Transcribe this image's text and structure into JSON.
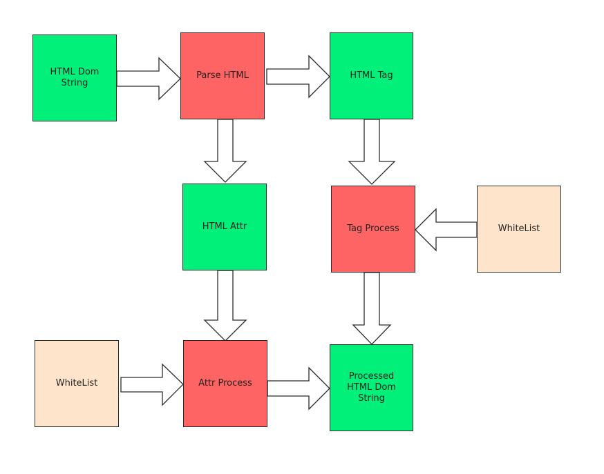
{
  "diagram": {
    "nodes": [
      {
        "id": "html-dom-string",
        "label": "HTML Dom\nString",
        "kind": "data"
      },
      {
        "id": "parse-html",
        "label": "Parse HTML",
        "kind": "process"
      },
      {
        "id": "html-tag",
        "label": "HTML Tag",
        "kind": "data"
      },
      {
        "id": "html-attr",
        "label": "HTML Attr",
        "kind": "data"
      },
      {
        "id": "tag-process",
        "label": "Tag Process",
        "kind": "process"
      },
      {
        "id": "whitelist-right",
        "label": "WhiteList",
        "kind": "config"
      },
      {
        "id": "whitelist-left",
        "label": "WhiteList",
        "kind": "config"
      },
      {
        "id": "attr-process",
        "label": "Attr Process",
        "kind": "process"
      },
      {
        "id": "processed-html-dom-string",
        "label": "Processed\nHTML Dom\nString",
        "kind": "data"
      }
    ],
    "edges": [
      {
        "from": "html-dom-string",
        "to": "parse-html"
      },
      {
        "from": "parse-html",
        "to": "html-tag"
      },
      {
        "from": "parse-html",
        "to": "html-attr"
      },
      {
        "from": "html-tag",
        "to": "tag-process"
      },
      {
        "from": "whitelist-right",
        "to": "tag-process"
      },
      {
        "from": "html-attr",
        "to": "attr-process"
      },
      {
        "from": "tag-process",
        "to": "processed-html-dom-string"
      },
      {
        "from": "whitelist-left",
        "to": "attr-process"
      },
      {
        "from": "attr-process",
        "to": "processed-html-dom-string"
      }
    ],
    "colors": {
      "data": "#00f07a",
      "process": "#ff6464",
      "config": "#ffe4cc",
      "border": "#2b2b2b",
      "arrow_fill": "#ffffff"
    }
  }
}
